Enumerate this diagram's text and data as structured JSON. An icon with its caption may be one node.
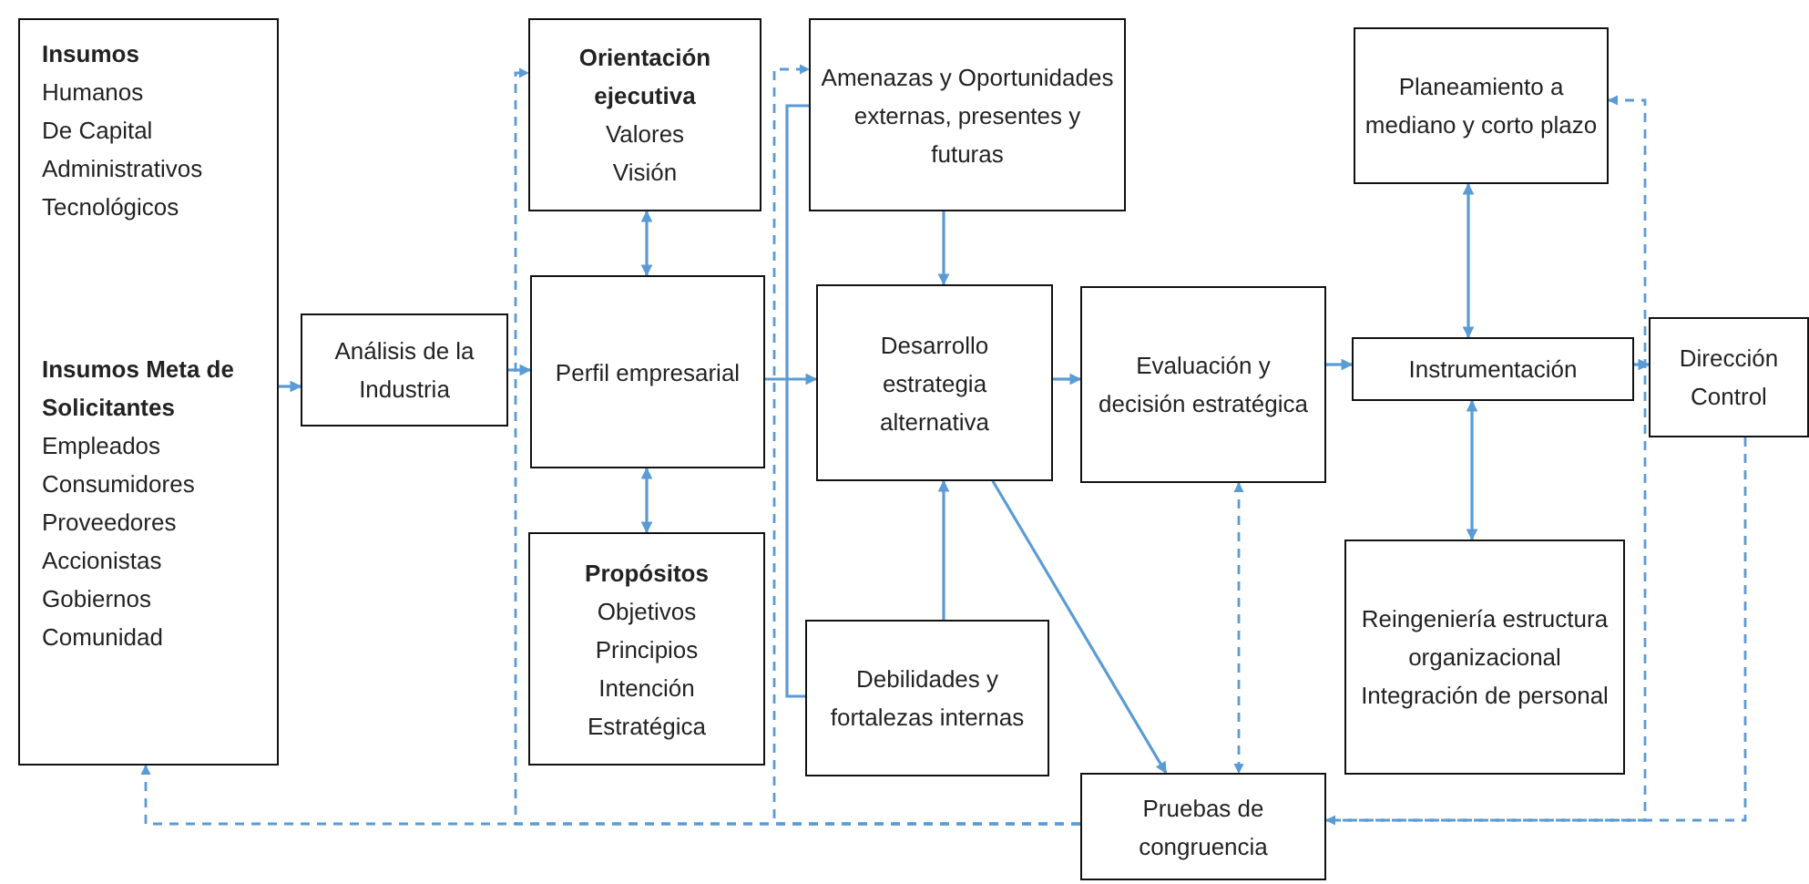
{
  "diagram": {
    "nodes": [
      {
        "text": [
          "Insumos",
          "Humanos",
          "De Capital",
          "Administrativos",
          "Tecnológicos",
          "Insumos Meta de Solicitantes",
          "Empleados",
          "Consumidores",
          "Proveedores",
          "Accionistas",
          "Gobiernos",
          "Comunidad"
        ]
      },
      {
        "text": [
          "Análisis de la Industria"
        ]
      },
      {
        "text": [
          "Orientación ejecutiva",
          "Valores",
          "Visión"
        ]
      },
      {
        "text": [
          "Perfil empresarial"
        ]
      },
      {
        "text": [
          "Propósitos",
          "Objetivos",
          "Principios",
          "Intención Estratégica"
        ]
      },
      {
        "text": [
          "Amenazas y Oportunidades externas, presentes y futuras"
        ]
      },
      {
        "text": [
          "Desarrollo estrategia alternativa"
        ]
      },
      {
        "text": [
          "Evaluación y decisión estratégica"
        ]
      },
      {
        "text": [
          "Planeamiento a mediano y corto plazo"
        ]
      },
      {
        "text": [
          "Instrumentación"
        ]
      },
      {
        "text": [
          "Dirección Control"
        ]
      },
      {
        "text": [
          "Debilidades y fortalezas internas"
        ]
      },
      {
        "text": [
          "Reingeniería estructura organizacional Integración de personal"
        ]
      },
      {
        "text": [
          "Pruebas de congruencia"
        ]
      }
    ],
    "edges": [
      {
        "from": 0,
        "to": 1,
        "arrow": "to"
      },
      {
        "from": 1,
        "to": 3,
        "arrow": "to"
      },
      {
        "from": 2,
        "to": 3,
        "arrow": "both"
      },
      {
        "from": 3,
        "to": 4,
        "arrow": "both"
      },
      {
        "from": 3,
        "to": 6,
        "arrow": "to"
      },
      {
        "from": 5,
        "to": 11,
        "arrow": "none"
      },
      {
        "from": 5,
        "to": 6,
        "arrow": "to"
      },
      {
        "from": 11,
        "to": 6,
        "arrow": "to"
      },
      {
        "from": 6,
        "to": 7,
        "arrow": "to"
      },
      {
        "from": 7,
        "to": 9,
        "arrow": "to"
      },
      {
        "from": 9,
        "to": 10,
        "arrow": "to"
      },
      {
        "from": 8,
        "to": 9,
        "arrow": "both"
      },
      {
        "from": 9,
        "to": 12,
        "arrow": "both"
      },
      {
        "from": 6,
        "to": 13,
        "arrow": "to"
      },
      {
        "from": 7,
        "to": 13,
        "arrow": "both",
        "style": "dashed"
      },
      {
        "from": 10,
        "to": 13,
        "arrow": "to",
        "style": "dashed"
      },
      {
        "from": 13,
        "to": 8,
        "arrow": "to",
        "style": "dashed"
      },
      {
        "from": 13,
        "to": 0,
        "arrow": "to",
        "style": "dashed"
      },
      {
        "from": 13,
        "to": 2,
        "arrow": "to",
        "style": "dashed"
      },
      {
        "from": 13,
        "to": 5,
        "arrow": "to",
        "style": "dashed"
      }
    ]
  }
}
